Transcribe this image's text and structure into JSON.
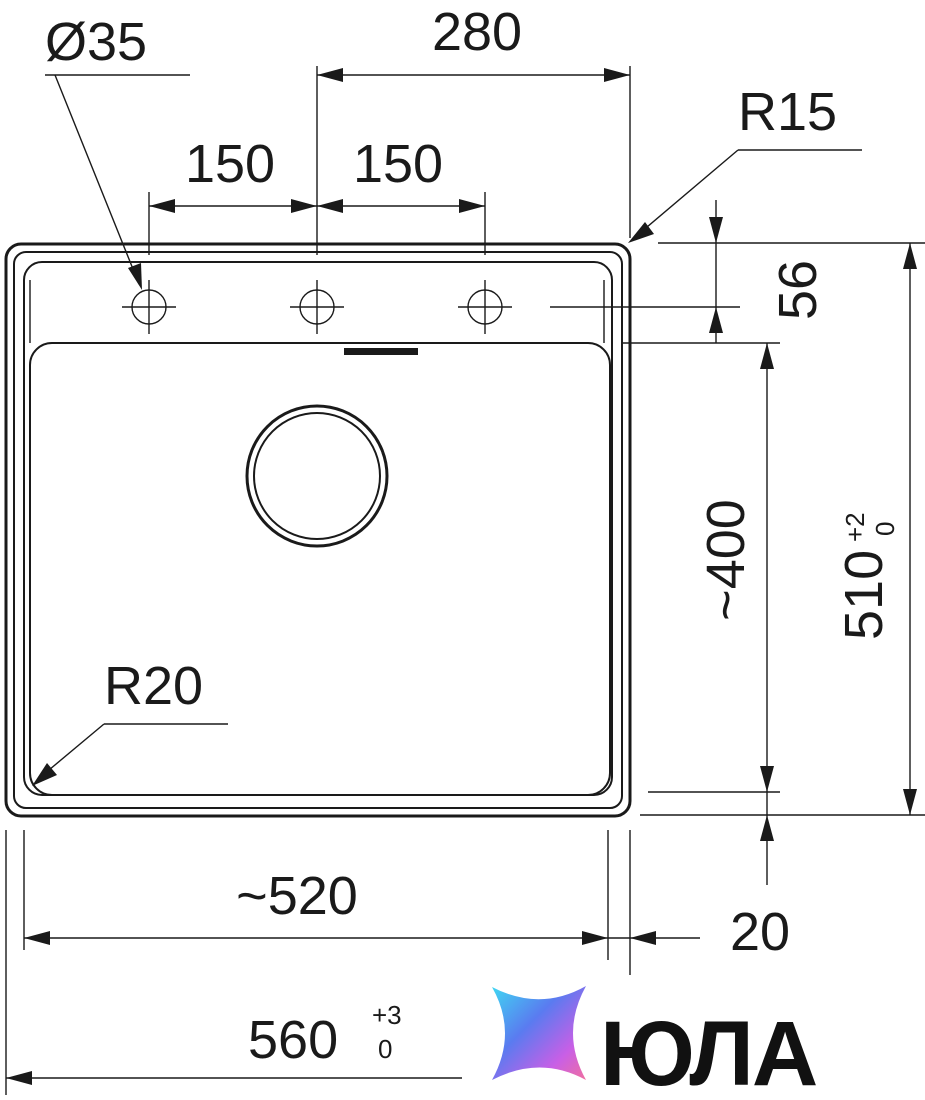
{
  "diagram": {
    "dimensions": {
      "faucet_hole_diameter": "Ø35",
      "faucet_span": "280",
      "hole_spacing_left": "150",
      "hole_spacing_right": "150",
      "outer_corner_radius": "R15",
      "bowl_corner_radius": "R20",
      "hole_offset": "56",
      "bowl_depth": "~400",
      "overall_depth": "510",
      "overall_depth_tol_upper": "+2",
      "overall_depth_tol_lower": "0",
      "bowl_width": "~520",
      "rim_margin": "20",
      "overall_width": "560",
      "overall_width_tol_upper": "+3",
      "overall_width_tol_lower": "0"
    },
    "logo": {
      "text": "ЮЛА",
      "gradient_colors": [
        "#3fd7f2",
        "#5a7bf0",
        "#c85fe6",
        "#f06fa0"
      ]
    },
    "colors": {
      "line": "#1a1a1a",
      "background": "#ffffff"
    }
  }
}
